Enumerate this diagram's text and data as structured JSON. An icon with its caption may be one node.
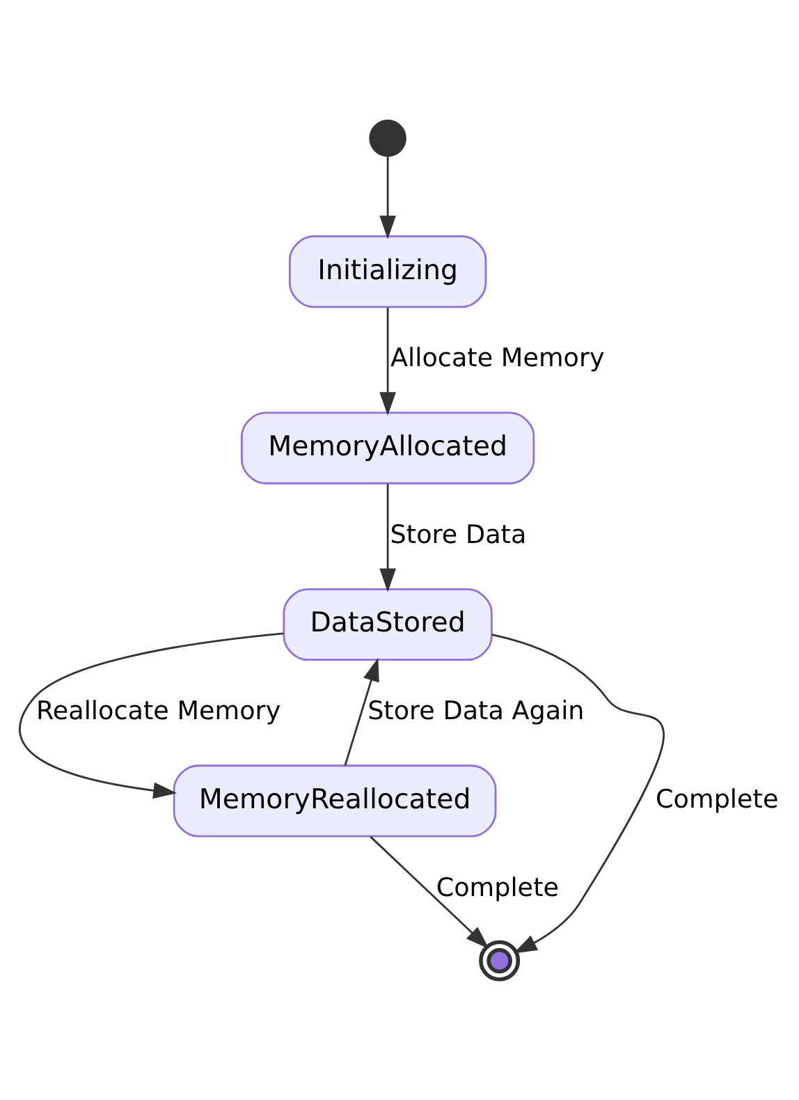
{
  "diagram": {
    "nodes": [
      {
        "text": [],
        "shape": "circle"
      },
      {
        "text": [
          "Initializing"
        ]
      },
      {
        "text": [
          "MemoryAllocated"
        ]
      },
      {
        "text": [
          "DataStored"
        ]
      },
      {
        "text": [
          "MemoryReallocated"
        ]
      },
      {
        "text": [],
        "shape": "circle"
      }
    ],
    "edges": [
      {
        "from": 0,
        "to": 1,
        "arrow": "to"
      },
      {
        "from": 1,
        "to": 2,
        "label": "Allocate Memory",
        "arrow": "to"
      },
      {
        "from": 2,
        "to": 3,
        "label": "Store Data",
        "arrow": "to"
      },
      {
        "from": 3,
        "to": 4,
        "label": "Reallocate Memory",
        "arrow": "to"
      },
      {
        "from": 4,
        "to": 3,
        "label": "Store Data Again",
        "arrow": "to"
      },
      {
        "from": 3,
        "to": 5,
        "label": "Complete",
        "arrow": "to"
      },
      {
        "from": 4,
        "to": 5,
        "label": "Complete",
        "arrow": "to"
      }
    ]
  }
}
